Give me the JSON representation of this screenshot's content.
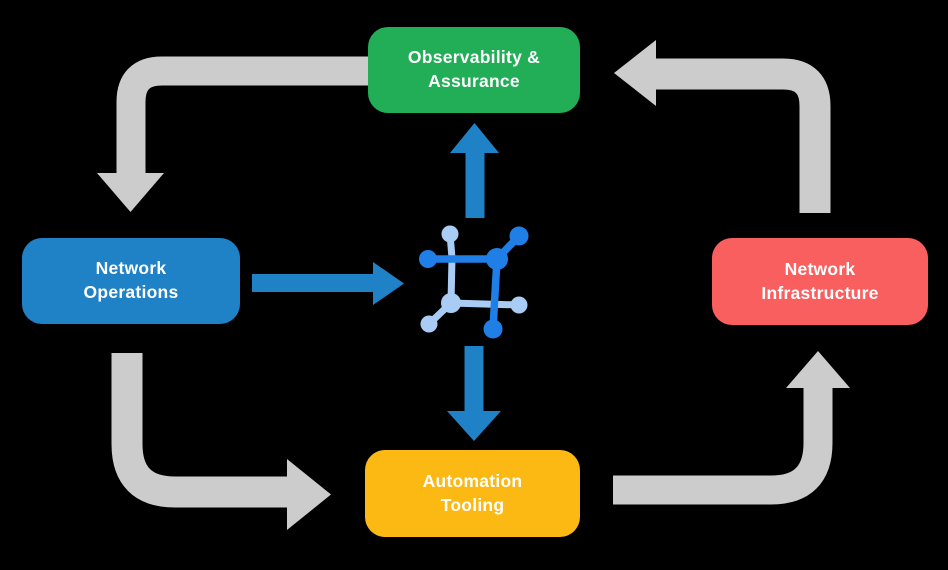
{
  "diagram": {
    "nodes": {
      "observability": {
        "label": "Observability &\nAssurance"
      },
      "operations": {
        "label": "Network\nOperations"
      },
      "infrastructure": {
        "label": "Network\nInfrastructure"
      },
      "automation": {
        "label": "Automation\nTooling"
      }
    },
    "center_icon": "network-platform-icon",
    "cycle_direction": "Observability & Assurance -> Network Operations -> Automation Tooling -> Network Infrastructure -> Observability & Assurance"
  },
  "colors": {
    "background": "#000000",
    "node-green": "#22AD57",
    "node-blue": "#2082C6",
    "node-red": "#FA5F5F",
    "node-yellow": "#FCB813",
    "arrow-gray": "#CCCCCC",
    "arrow-blue": "#2082C6",
    "icon-dark": "#1F7FE6",
    "icon-light": "#A9CCF4",
    "text": "#FFFFFF"
  }
}
